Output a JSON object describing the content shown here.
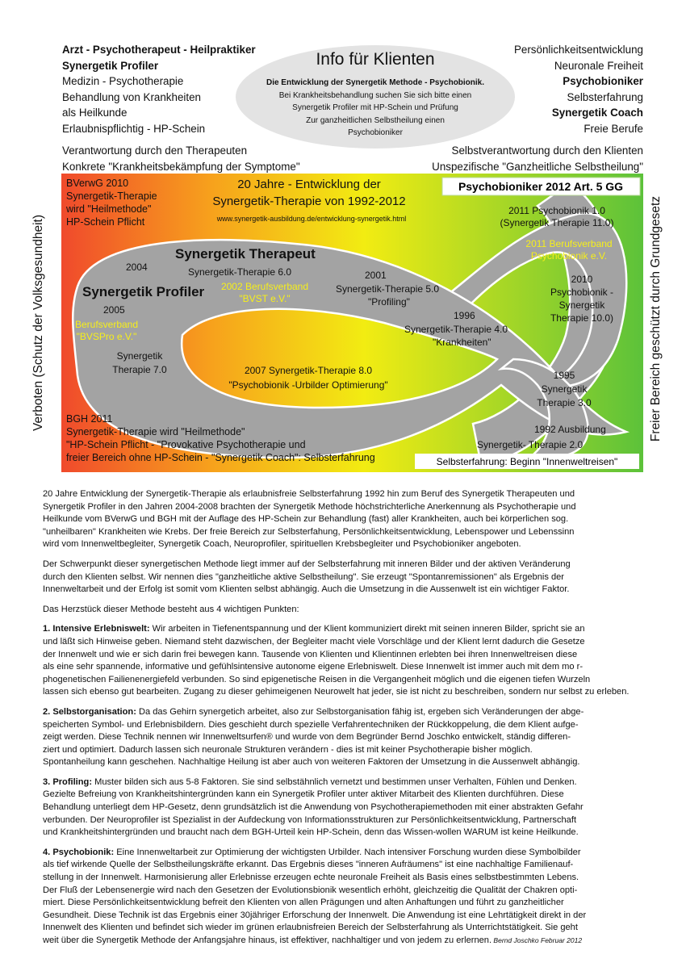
{
  "header": {
    "left_lines": [
      {
        "text": "Arzt - Psychotherapeut - Heilpraktiker",
        "bold": true
      },
      {
        "text": "Synergetik Profiler",
        "bold": true
      },
      {
        "text": "Medizin - Psychotherapie",
        "bold": false
      },
      {
        "text": "Behandlung von Krankheiten",
        "bold": false
      },
      {
        "text": "als Heilkunde",
        "bold": false
      },
      {
        "text": "Erlaubnispflichtig - HP-Schein",
        "bold": false
      }
    ],
    "right_lines": [
      {
        "text": "Persönlichkeitsentwicklung",
        "bold": false
      },
      {
        "text": "Neuronale Freiheit",
        "bold": false
      },
      {
        "text": "Psychobioniker",
        "bold": true
      },
      {
        "text": "Selbsterfahrung",
        "bold": false
      },
      {
        "text": "Synergetik Coach",
        "bold": true
      },
      {
        "text": "Freie Berufe",
        "bold": false
      }
    ],
    "center_title": "Info für Klienten",
    "center_bold": "Die Entwicklung der Synergetik Methode - Psychobionik.",
    "center_lines": [
      "Bei Krankheitsbehandlung suchen Sie sich bitte einen",
      "Synergetik Profiler mit HP-Schein und Prüfung",
      "Zur ganzheitlichen Selbstheilung einen",
      "Psychobioniker"
    ]
  },
  "subheader": {
    "left_line1": "Verantwortung durch den Therapeuten",
    "left_line2": "Konkrete \"Krankheitsbekämpfung der Symptome\"",
    "right_line1": "Selbstverantwortung durch den Klienten",
    "right_line2": "Unspezifische \"Ganzheitliche Selbstheilung\""
  },
  "side_labels": {
    "left": "Verboten (Schutz der Volksgesundheit)",
    "right": "Freier Bereich geschützt durch Grundgesetz"
  },
  "diagram": {
    "colors": {
      "red": "#f04a2c",
      "orange": "#f7a21c",
      "yellow": "#f2ec12",
      "green": "#5cc23a",
      "loop": "#a3a3a3",
      "yellow_text": "#f6ef1a",
      "dark_text": "#111111"
    },
    "bverwg": [
      "BVerwG 2010",
      "Synergetik-Therapie",
      "wird \"Heilmethode\"",
      "HP-Schein Pflicht"
    ],
    "title_line1": "20 Jahre - Entwicklung der",
    "title_line2": "Synergetik-Therapie von 1992-2012",
    "url": "www.synergetik-ausbildung.de/entwicklung-synergetik.html",
    "psychobioniker_box": "Psychobioniker 2012  Art. 5 GG",
    "p2011": [
      "2011 Psychobionik 1.0",
      "(Synergetik Therapie 11.0)"
    ],
    "verband2011": [
      "2011 Berufsverband",
      "Psychobionik e.V."
    ],
    "therapeut": "Synergetik Therapeut",
    "year2004": "2004",
    "st6": "Synergetik-Therapie 6.0",
    "year2001": "2001",
    "st5": "Synergetik-Therapie 5.0",
    "profiling": "\"Profiling\"",
    "profiler": "Synergetik Profiler",
    "bvst": [
      "2002 Berufsverband",
      "\"BVST e.V.\""
    ],
    "year2005": "2005",
    "bvspro": [
      "Berufsverband",
      "\"BVSPro e.V.\""
    ],
    "year1996": "1996",
    "st4": "Synergetik-Therapie 4.0",
    "krankheiten": "\"Krankheiten\"",
    "p2010": [
      "2010",
      "Psychobionik -",
      "Synergetik",
      "Therapie 10.0)"
    ],
    "st7": [
      "Synergetik",
      "Therapie 7.0"
    ],
    "st8": [
      "2007 Synergetik-Therapie 8.0",
      "\"Psychobionik -Urbilder Optimierung\""
    ],
    "p1995": [
      "1995",
      "Synergetik",
      "Therapie 3.0"
    ],
    "bgh": [
      "BGH 2011",
      "Synergetik-Therapie wird \"Heilmethode\"",
      "\"HP-Schein Pflicht - \"Provokative Psychotherapie und",
      "freier Bereich ohne HP-Schein - \"Synergetik Coach\": Selbsterfahrung"
    ],
    "ausbildung1992": "1992 Ausbildung",
    "st2": "Synergetik- Therapie 2.0",
    "selbsterfahrung_box": "Selbsterfahrung: Beginn \"Innenweltreisen\""
  },
  "body": {
    "p1_lines": [
      "20 Jahre Entwicklung der Synergetik-Therapie als erlaubnisfreie Selbsterfahrung 1992 hin zum Beruf des Synergetik Therapeuten und",
      "Synergetik Profiler in den Jahren 2004-2008 brachten der Synergetik Methode höchstrichterliche Anerkennung als Psychotherapie und",
      "Heilkunde vom BVerwG und BGH mit der Auflage des HP-Schein zur Behandlung (fast) aller Krankheiten, auch bei körperlichen sog.",
      "\"unheilbaren\" Krankheiten wie Krebs. Der freie Bereich zur Selbsterfahung, Persönlichkeitsentwicklung, Lebenspower und Lebenssinn",
      "wird vom Innenweltbegleiter, Synergetik Coach, Neuroprofiler, spirituellen Krebsbegleiter und Psychobioniker angeboten."
    ],
    "p2_lines": [
      "Der Schwerpunkt dieser synergetischen Methode liegt immer auf der Selbsterfahrung mit inneren Bilder und der aktiven Veränderung",
      "durch den Klienten selbst. Wir nennen dies \"ganzheitliche aktive Selbstheilung\". Sie erzeugt \"Spontanremissionen\" als Ergebnis der",
      "Innenweltarbeit und der Erfolg ist somit vom Klienten selbst abhängig. Auch die Umsetzung in die Aussenwelt ist ein wichtiger Faktor."
    ],
    "p3": "Das Herzstück dieser Methode besteht aus 4 wichtigen Punkten:",
    "pt1_head": "1. Intensive Erlebniswelt:",
    "pt1_lines": [
      " Wir arbeiten in Tiefenentspannung und der Klient kommuniziert direkt mit seinen inneren Bilder, spricht sie an",
      "und läßt sich Hinweise geben. Niemand steht dazwischen, der Begleiter macht viele Vorschläge und der Klient lernt dadurch die Gesetze",
      "der Innenwelt und wie er sich darin frei bewegen kann. Tausende von Klienten und Klientinnen erlebten bei ihren Innenweltreisen diese",
      "als eine sehr spannende, informative und gefühlsintensive autonome eigene Erlebniswelt. Diese Innenwelt ist immer auch mit dem mo r-",
      "phogenetischen Failienenergiefeld verbunden. So sind epigenetische Reisen in die Vergangenheit möglich und die eigenen tiefen Wurzeln",
      "lassen sich ebenso gut bearbeiten. Zugang zu dieser gehimeigenen Neurowelt hat jeder, sie ist nicht zu beschreiben, sondern nur selbst zu erleben."
    ],
    "pt2_head": "2. Selbstorganisation:",
    "pt2_lines": [
      " Da das Gehirn synergetich arbeitet, also zur Selbstorganisation fähig ist, ergeben sich Veränderungen der abge-",
      "speicherten Symbol- und Erlebnisbildern. Dies geschieht durch spezielle Verfahrentechniken der Rückkoppelung, die dem Klient aufge-",
      "zeigt werden. Diese Technik nennen wir Innenweltsurfen® und wurde von dem Begründer Bernd Joschko entwickelt, ständig differen-",
      "ziert und optimiert. Dadurch lassen sich neuronale Strukturen verändern - dies ist mit keiner Psychotherapie bisher möglich.",
      "Spontanheilung kann geschehen. Nachhaltige Heilung ist aber auch von weiteren Faktoren der Umsetzung in die Aussenwelt abhängig."
    ],
    "pt3_head": "3. Profiling:",
    "pt3_lines": [
      " Muster bilden sich aus 5-8 Faktoren. Sie sind selbstähnlich vernetzt und bestimmen unser Verhalten, Fühlen und Denken.",
      "Gezielte Befreiung von Krankheitshintergründen kann ein Synergetik Profiler unter aktiver Mitarbeit des Klienten durchführen. Diese",
      "Behandlung unterliegt dem HP-Gesetz, denn grundsätzlich ist die Anwendung von Psychotherapiemethoden mit einer abstrakten Gefahr",
      "verbunden. Der Neuroprofiler ist Spezialist in der Aufdeckung von Informationsstrukturen zur Persönlichkeitsentwicklung, Partnerschaft",
      "und Krankheitshintergründen und braucht nach dem BGH-Urteil kein HP-Schein, denn das Wissen-wollen WARUM ist keine Heilkunde."
    ],
    "pt4_head": "4. Psychobionik:",
    "pt4_lines": [
      " Eine Innenweltarbeit zur Optimierung der wichtigsten Urbilder. Nach intensiver Forschung wurden diese Symbolbilder",
      "als tief wirkende Quelle der Selbstheilungskräfte erkannt. Das Ergebnis dieses \"inneren Aufräumens\"  ist eine nachhaltige Familienauf-",
      "stellung in der Innenwelt. Harmonisierung aller Erlebnisse erzeugen echte neuronale Freiheit als Basis eines selbstbestimmten Lebens.",
      "Der Fluß der Lebensenergie wird nach den Gesetzen der Evolutionsbionik wesentlich erhöht, gleichzeitig die Qualität der Chakren opti-",
      "miert. Diese Persönlichkeitsentwicklung befreit den Klienten von allen Prägungen und alten Anhaftungen und führt zu ganzheitlicher",
      "Gesundheit. Diese Technik ist das Ergebnis einer 30jähriger Erforschung der Innenwelt. Die Anwendung ist eine Lehrtätigkeit direkt in der",
      "Innenwelt  des Klienten und befindet sich wieder im grünen erlaubnisfreien Bereich der Selbsterfahrung als Unterrichtstätigkeit. Sie geht",
      "weit über die Synergetik Methode der Anfangsjahre hinaus, ist effektiver, nachhaltiger und von jedem zu erlernen."
    ],
    "signature": "Bernd Joschko Februar 2012"
  }
}
